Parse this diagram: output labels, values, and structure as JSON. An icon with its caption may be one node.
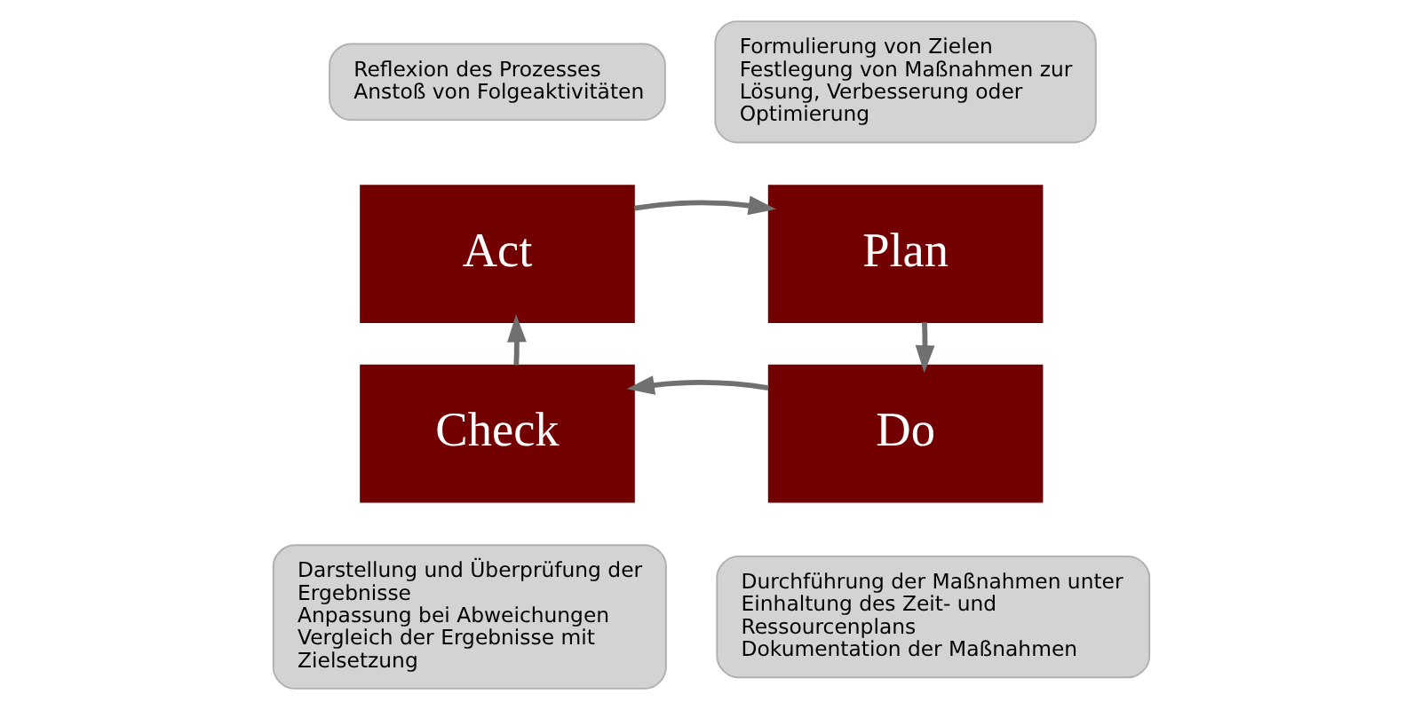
{
  "diagram": {
    "nodes": [
      {
        "text": [
          "Reflexion des Prozesses",
          "Anstoß von Folgeaktivitäten"
        ]
      },
      {
        "text": [
          "Formulierung von Zielen",
          "Festlegung von Maßnahmen zur Lösung, Verbesserung oder Optimierung"
        ]
      },
      {
        "text": [
          "Act"
        ]
      },
      {
        "text": [
          "Plan"
        ]
      },
      {
        "text": [
          "Check"
        ]
      },
      {
        "text": [
          "Do"
        ]
      },
      {
        "text": [
          "Darstellung und Überprüfung der Ergebnisse",
          "Anpassung bei Abweichungen",
          "Vergleich der Ergebnisse mit Zielsetzung"
        ]
      },
      {
        "text": [
          "Durchführung der Maßnahmen unter Einhaltung des Zeit- und Ressourcenplans",
          "Dokumentation der Maßnahmen"
        ]
      }
    ],
    "edges": [
      {
        "from": 3,
        "to": 5,
        "arrow": "to"
      },
      {
        "from": 5,
        "to": 4,
        "arrow": "to"
      },
      {
        "from": 4,
        "to": 2,
        "arrow": "to"
      },
      {
        "from": 2,
        "to": 3,
        "arrow": "to"
      }
    ]
  }
}
